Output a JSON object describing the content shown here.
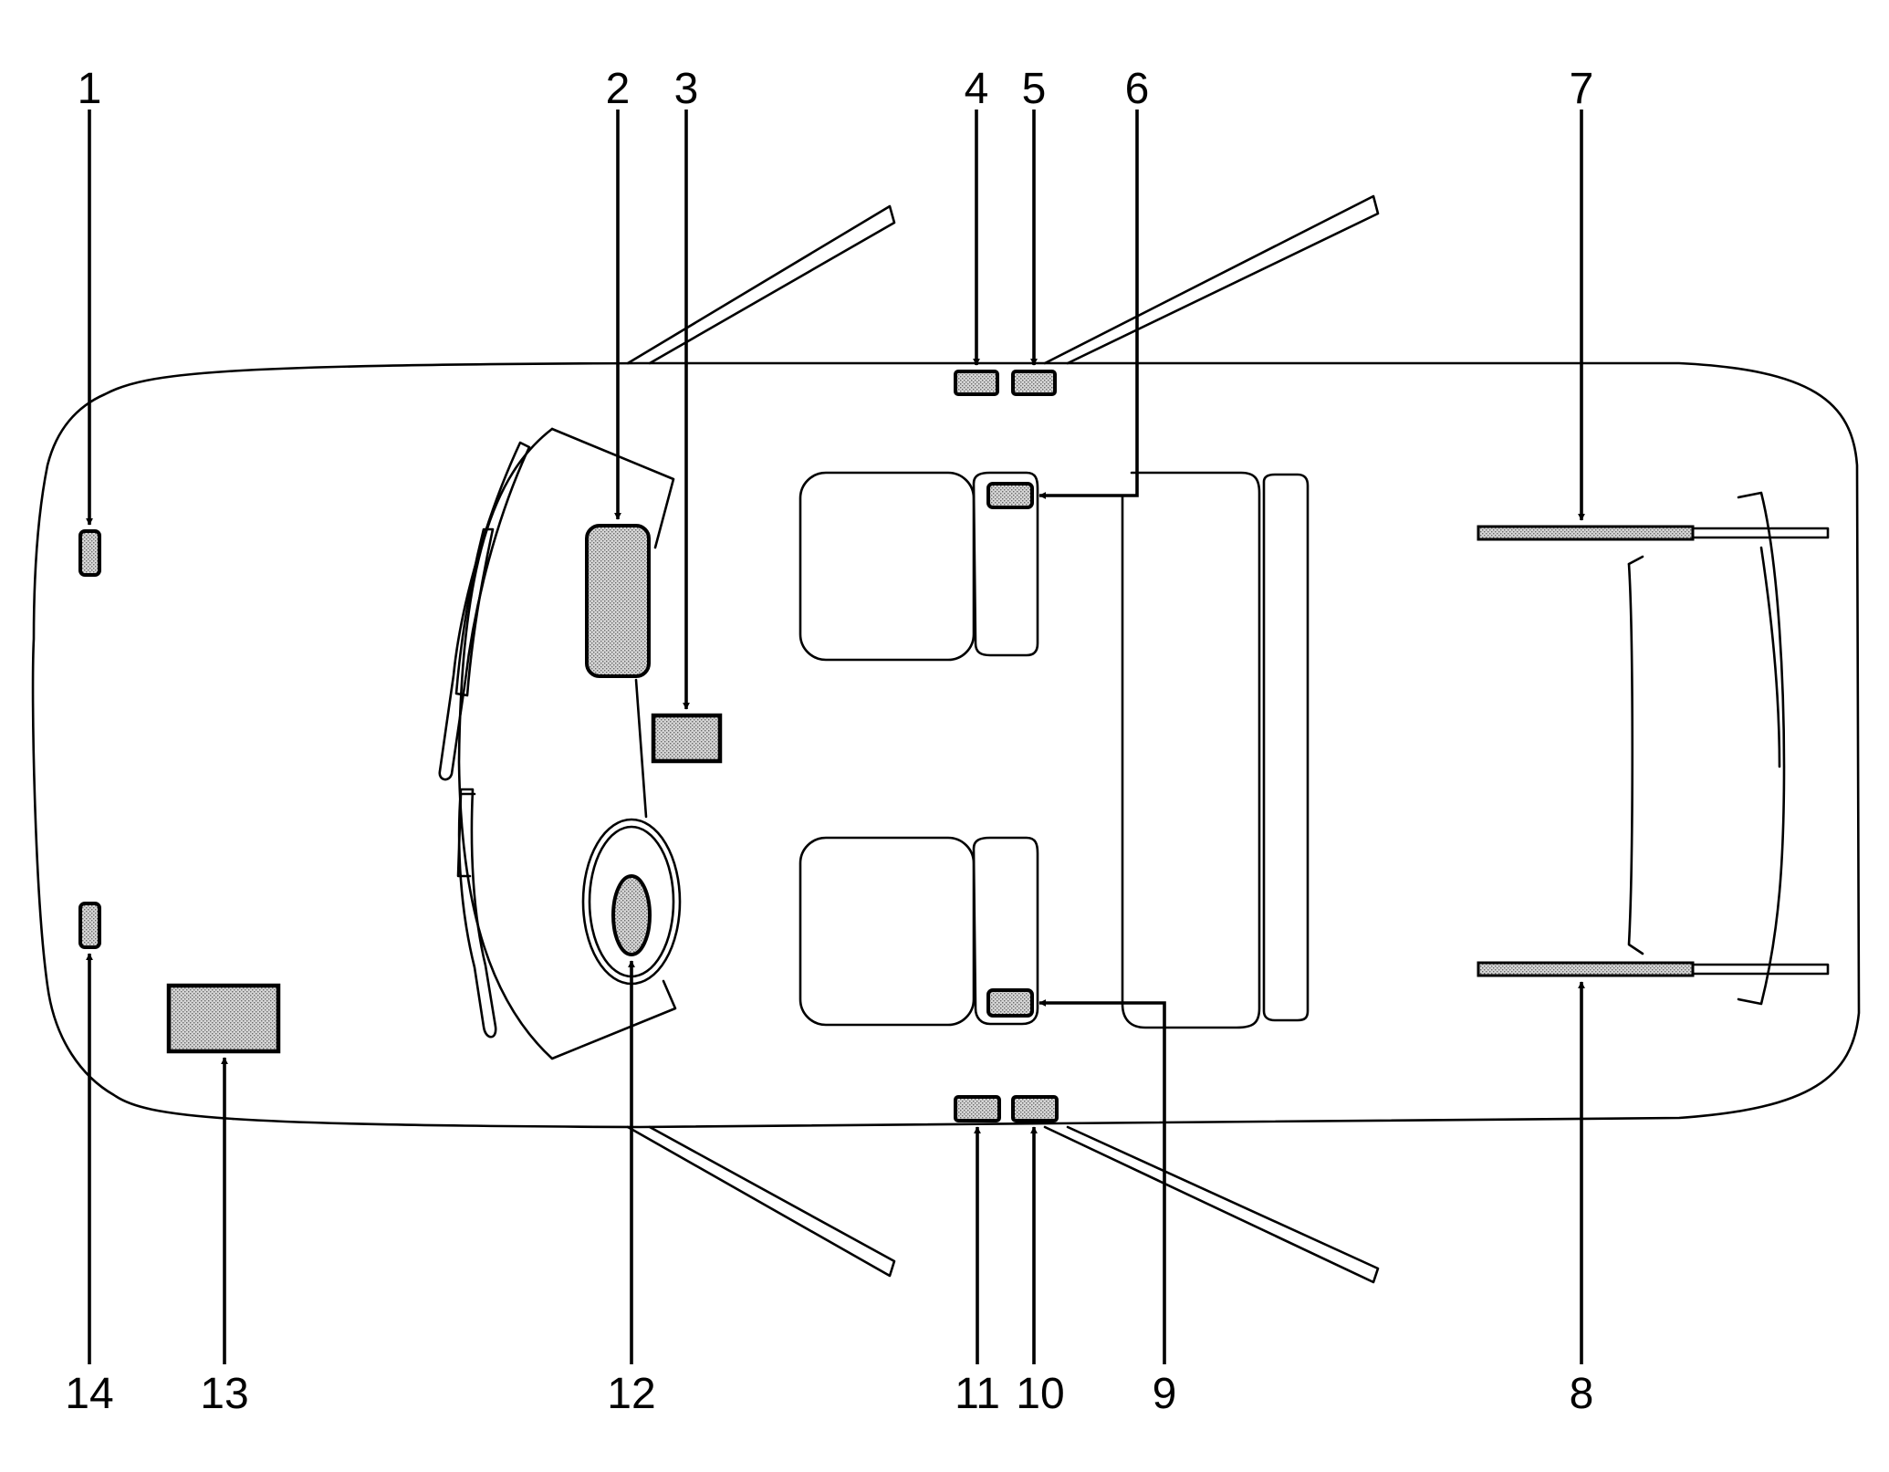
{
  "diagram": {
    "colors": {
      "line": "#000000",
      "background": "#ffffff",
      "component_fill": "#c8c8c8"
    },
    "callouts": [
      {
        "id": "c1",
        "label": "1"
      },
      {
        "id": "c2",
        "label": "2"
      },
      {
        "id": "c3",
        "label": "3"
      },
      {
        "id": "c4",
        "label": "4"
      },
      {
        "id": "c5",
        "label": "5"
      },
      {
        "id": "c6",
        "label": "6"
      },
      {
        "id": "c7",
        "label": "7"
      },
      {
        "id": "c8",
        "label": "8"
      },
      {
        "id": "c9",
        "label": "9"
      },
      {
        "id": "c10",
        "label": "10"
      },
      {
        "id": "c11",
        "label": "11"
      },
      {
        "id": "c12",
        "label": "12"
      },
      {
        "id": "c13",
        "label": "13"
      },
      {
        "id": "c14",
        "label": "14"
      }
    ]
  }
}
